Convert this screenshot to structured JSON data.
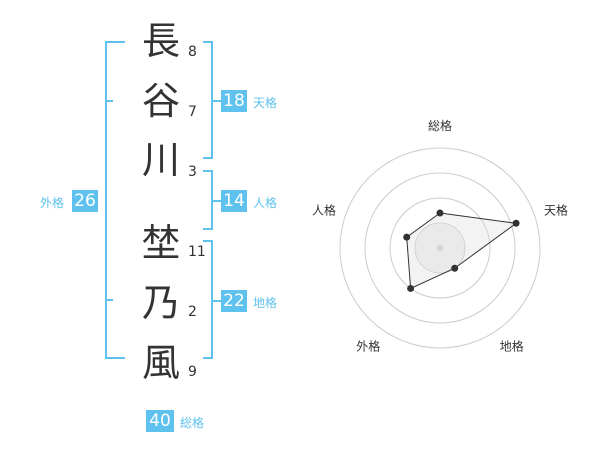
{
  "name": {
    "characters": [
      {
        "kanji": "長",
        "strokes": "8"
      },
      {
        "kanji": "谷",
        "strokes": "7"
      },
      {
        "kanji": "川",
        "strokes": "3"
      },
      {
        "kanji": "埜",
        "strokes": "11"
      },
      {
        "kanji": "乃",
        "strokes": "2"
      },
      {
        "kanji": "風",
        "strokes": "9"
      }
    ]
  },
  "kaku": {
    "tenkaku": {
      "value": "18",
      "label": "天格"
    },
    "jinkaku": {
      "value": "14",
      "label": "人格"
    },
    "chikaku": {
      "value": "22",
      "label": "地格"
    },
    "gaikaku": {
      "value": "26",
      "label": "外格"
    },
    "soukaku": {
      "value": "40",
      "label": "総格"
    }
  },
  "colors": {
    "accent": "#5fc2ee",
    "text": "#333333"
  },
  "chart_data": {
    "type": "radar",
    "axes": [
      "総格",
      "天格",
      "地格",
      "外格",
      "人格"
    ],
    "values": [
      0.35,
      0.8,
      0.25,
      0.5,
      0.35
    ],
    "rings": 4,
    "max": 1
  }
}
